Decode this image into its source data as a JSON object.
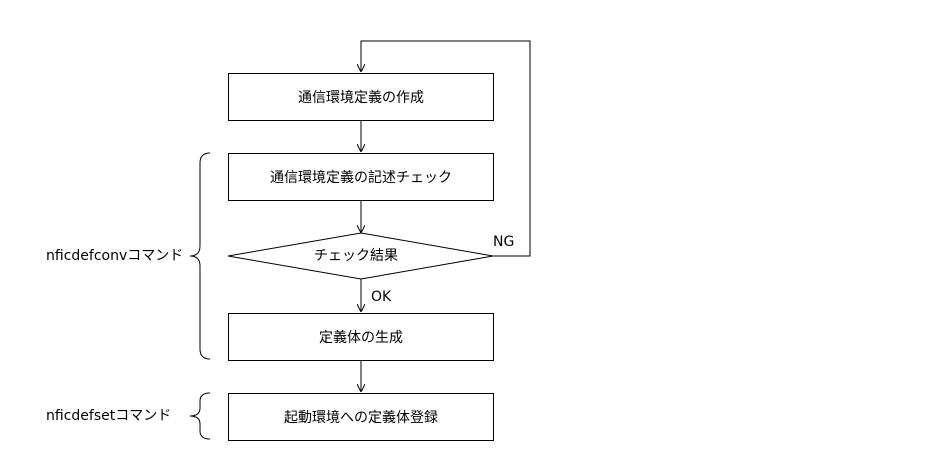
{
  "steps": {
    "create": "通信環境定義の作成",
    "check": "通信環境定義の記述チェック",
    "result": "チェック結果",
    "generate": "定義体の生成",
    "register": "起動環境への定義体登録"
  },
  "branches": {
    "ng": "NG",
    "ok": "OK"
  },
  "commands": {
    "conv": "nficdefconvコマンド",
    "set": "nficdefsetコマンド"
  }
}
